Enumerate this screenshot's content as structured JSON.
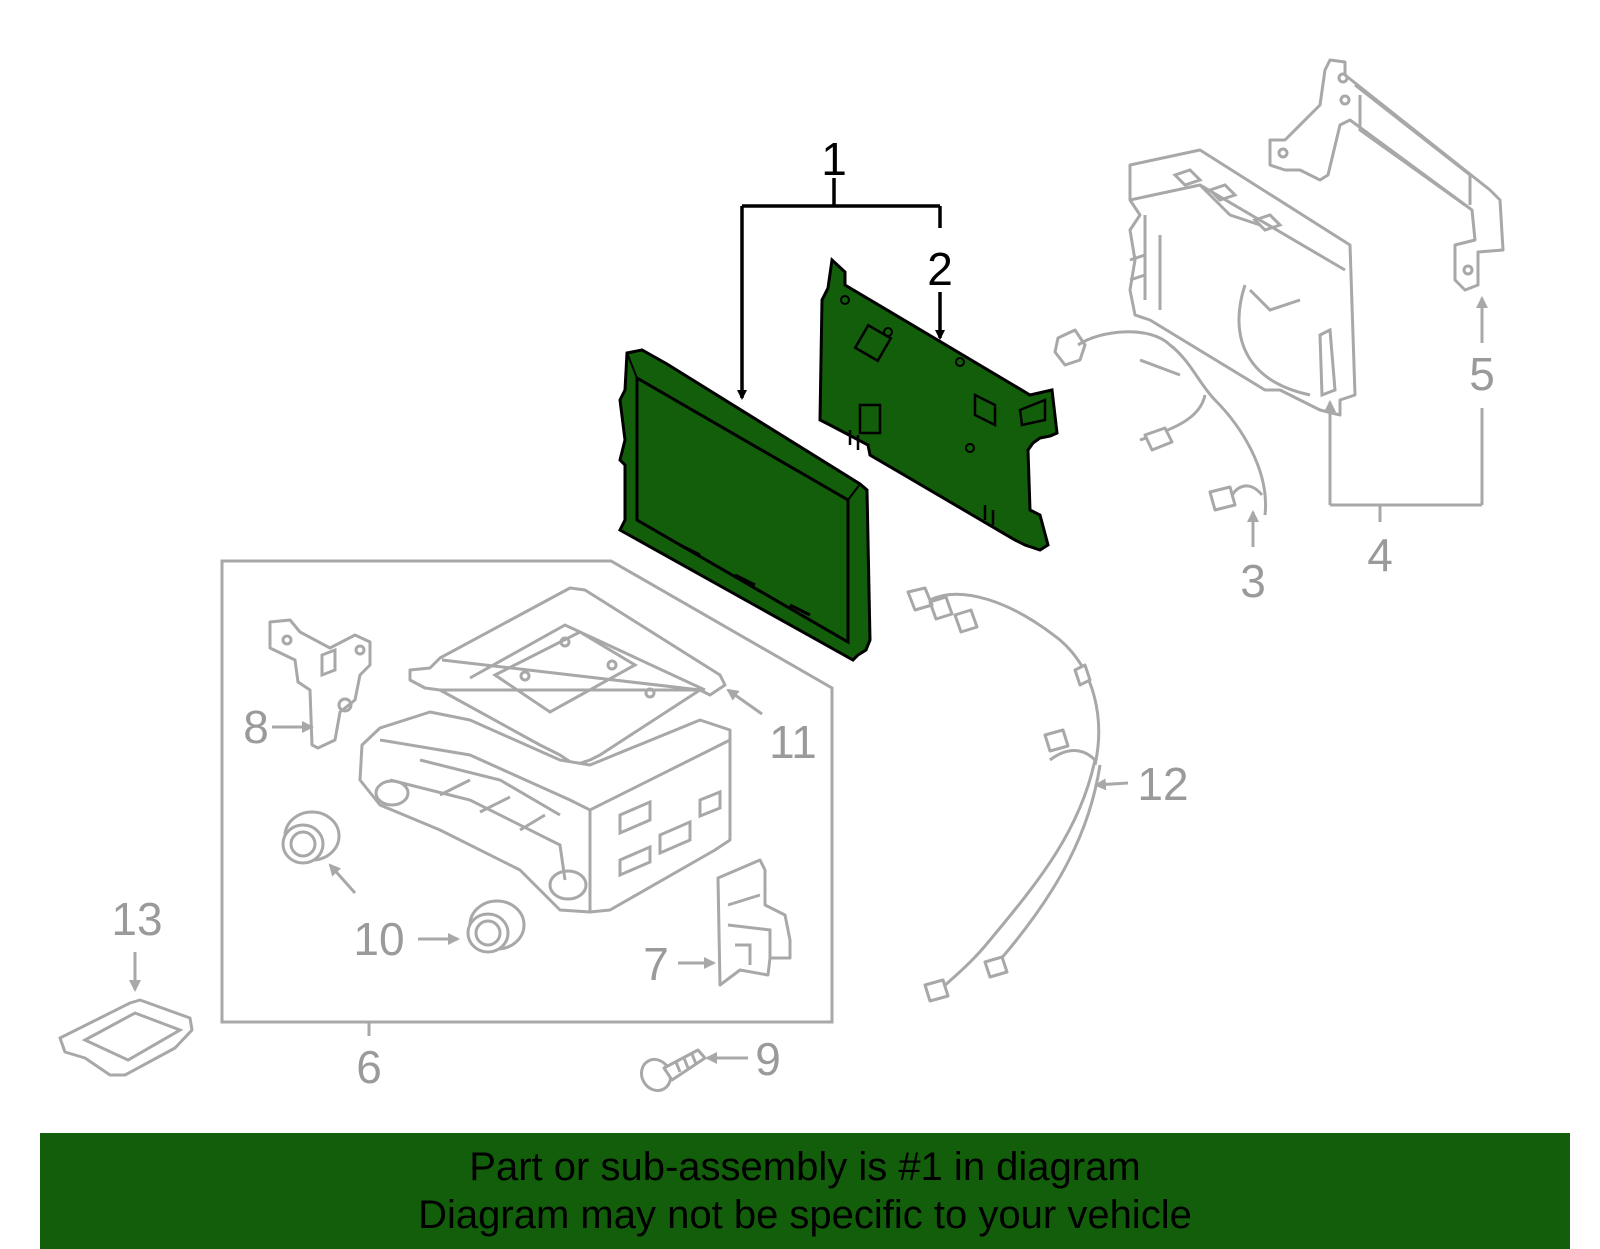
{
  "colors": {
    "highlight": "#125e0b",
    "outline_highlight": "#000000",
    "outline_other": "#a8a8a8",
    "callout_other": "#9a9a9a"
  },
  "callouts": [
    {
      "id": "1",
      "label": "1",
      "highlighted": true
    },
    {
      "id": "2",
      "label": "2",
      "highlighted": true
    },
    {
      "id": "3",
      "label": "3",
      "highlighted": false
    },
    {
      "id": "4",
      "label": "4",
      "highlighted": false
    },
    {
      "id": "5",
      "label": "5",
      "highlighted": false
    },
    {
      "id": "6",
      "label": "6",
      "highlighted": false
    },
    {
      "id": "7",
      "label": "7",
      "highlighted": false
    },
    {
      "id": "8",
      "label": "8",
      "highlighted": false
    },
    {
      "id": "9",
      "label": "9",
      "highlighted": false
    },
    {
      "id": "10",
      "label": "10",
      "highlighted": false
    },
    {
      "id": "11",
      "label": "11",
      "highlighted": false
    },
    {
      "id": "12",
      "label": "12",
      "highlighted": false
    },
    {
      "id": "13",
      "label": "13",
      "highlighted": false
    }
  ],
  "banner": {
    "line1": "Part or sub-assembly is #1 in diagram",
    "line2": "Diagram may not be specific to your vehicle"
  }
}
